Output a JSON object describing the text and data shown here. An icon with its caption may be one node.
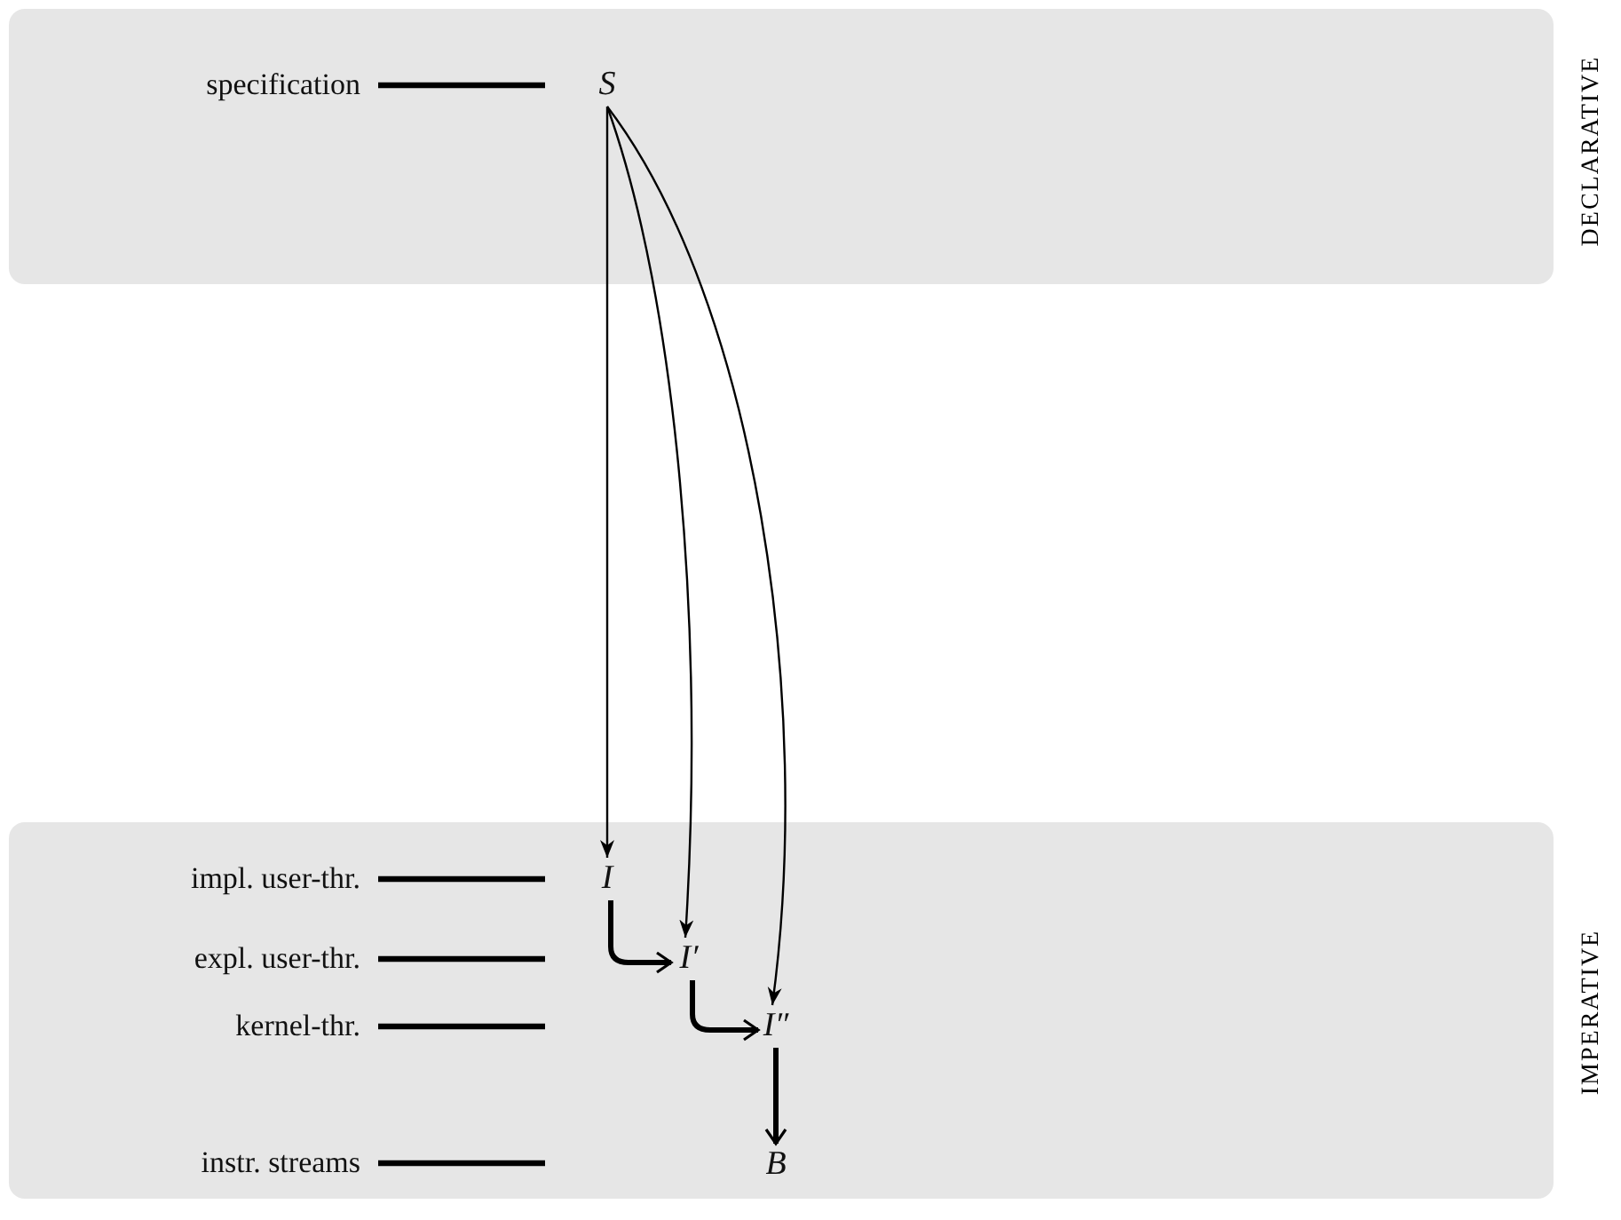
{
  "diagram": {
    "nodes": [
      {
        "text": [
          "DECLARATIVE"
        ]
      },
      {
        "text": [
          "S"
        ],
        "in": 0
      },
      {
        "text": [
          "IMPERATIVE"
        ]
      },
      {
        "text": [
          "I"
        ],
        "in": 2
      },
      {
        "text": [
          "I′"
        ],
        "in": 2
      },
      {
        "text": [
          "I″"
        ],
        "in": 2
      },
      {
        "text": [
          "B"
        ],
        "in": 2
      }
    ],
    "edges": [
      {
        "from": 1,
        "to": 3,
        "arrow": "to"
      },
      {
        "from": 1,
        "to": 4,
        "arrow": "to"
      },
      {
        "from": 1,
        "to": 5,
        "arrow": "to"
      },
      {
        "from": 3,
        "to": 4,
        "arrow": "to",
        "style": "thick"
      },
      {
        "from": 4,
        "to": 5,
        "arrow": "to",
        "style": "thick"
      },
      {
        "from": 5,
        "to": 6,
        "arrow": "to",
        "style": "thick"
      }
    ],
    "labels": [
      "specification",
      "impl. user-thr.",
      "expl. user-thr.",
      "kernel-thr.",
      "instr. streams"
    ]
  }
}
